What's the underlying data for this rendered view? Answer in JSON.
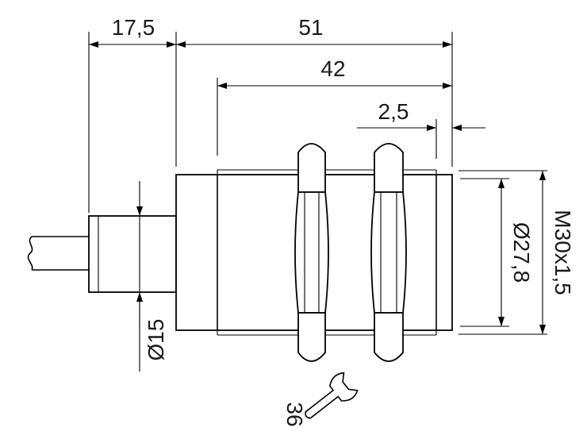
{
  "dimensions": {
    "cable_to_body": "17,5",
    "overall_length": "51",
    "thread_length": "42",
    "end_offset": "2,5",
    "cable_diameter": "Ø15",
    "face_diameter": "Ø27,8",
    "thread_spec": "M30x1,5"
  },
  "wrench": {
    "size": "36",
    "icon": "wrench-icon"
  }
}
